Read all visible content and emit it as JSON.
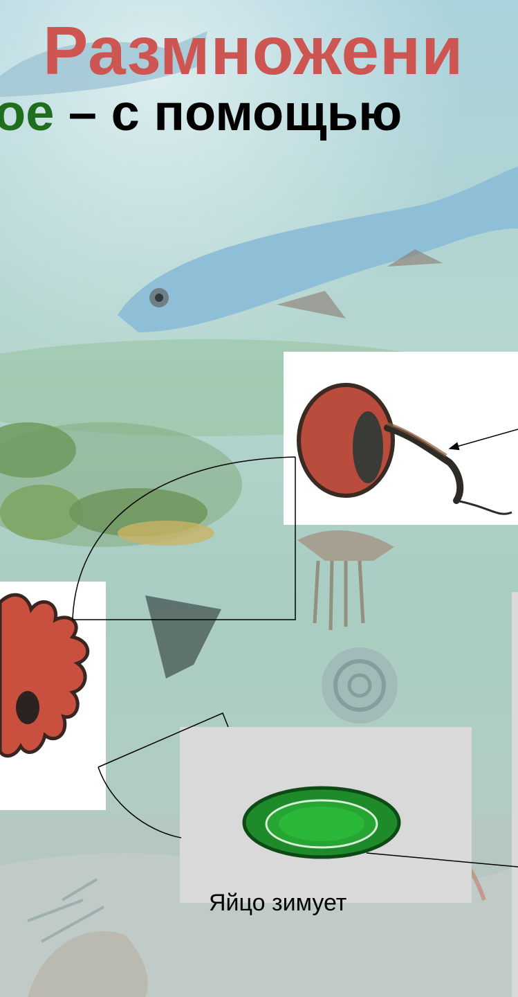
{
  "slide": {
    "title": "Размножени",
    "subtitle_green": "ое",
    "subtitle_rest": " – с помощью"
  },
  "egg_panel": {
    "caption": "Яйцо зимует"
  },
  "colors": {
    "title": "#cd5552",
    "subtitle_green": "#1e6e1e",
    "cell_body": "#b94c3c",
    "amoeba": "#c9503e",
    "egg": "#1f8a2a"
  }
}
